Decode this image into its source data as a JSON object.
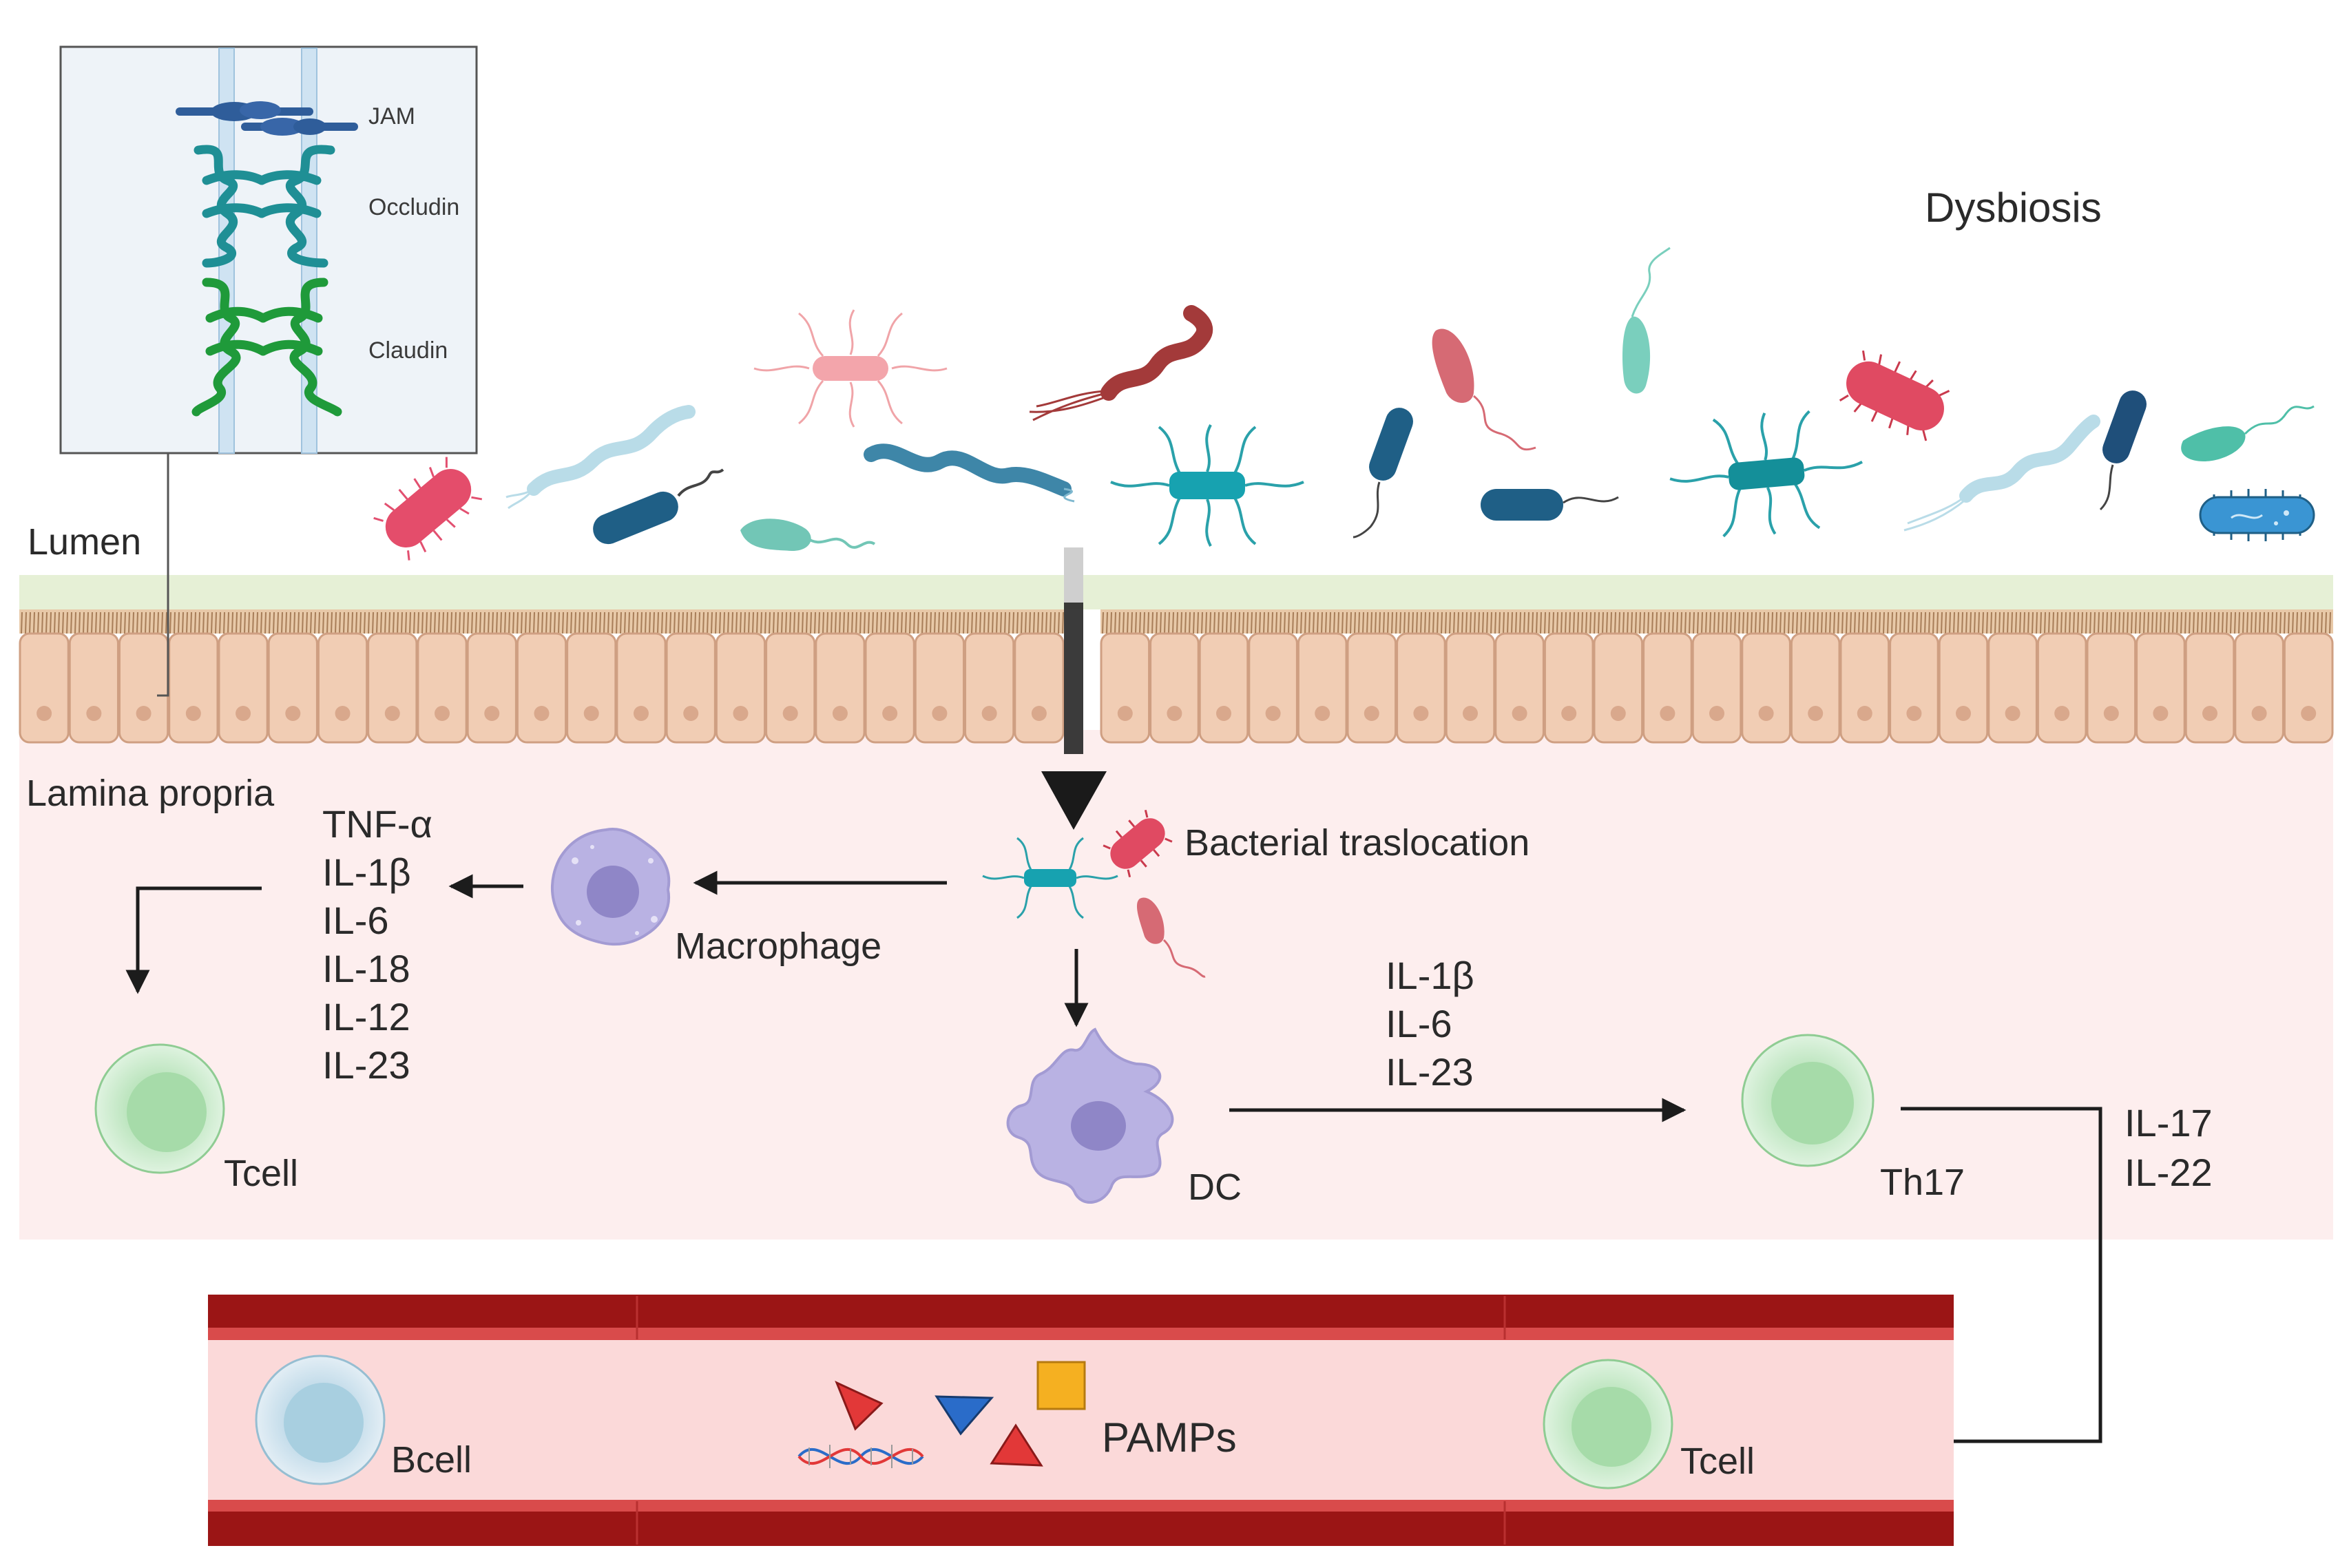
{
  "labels": {
    "dysbiosis": "Dysbiosis",
    "lumen": "Lumen",
    "lamina_propria": "Lamina propria",
    "bacterial_translocation": "Bacterial traslocation",
    "macrophage": "Macrophage",
    "dc": "DC",
    "th17": "Th17",
    "tcell_lp": "Tcell",
    "tcell_blood": "Tcell",
    "bcell": "Bcell",
    "pamps": "PAMPs"
  },
  "tight_junction": {
    "jam": "JAM",
    "occludin": "Occludin",
    "claudin": "Claudin"
  },
  "macrophage_cytokines": [
    "TNF-α",
    "IL-1β",
    "IL-6",
    "IL-18",
    "IL-12",
    "IL-23"
  ],
  "dc_cytokines": [
    "IL-1β",
    "IL-6",
    "IL-23"
  ],
  "th17_cytokines": [
    "IL-17",
    "IL-22"
  ],
  "colors": {
    "mucus": "#e6f0d6",
    "epithelium": "#f1cdb4",
    "lamina": "#fdeeee",
    "vessel_wall": "#9b1515",
    "vessel_inner": "#fbd9d9",
    "tcell": "#cdeecf",
    "bcell": "#cfe4ef",
    "immune_purple": "#b9b2e3"
  }
}
